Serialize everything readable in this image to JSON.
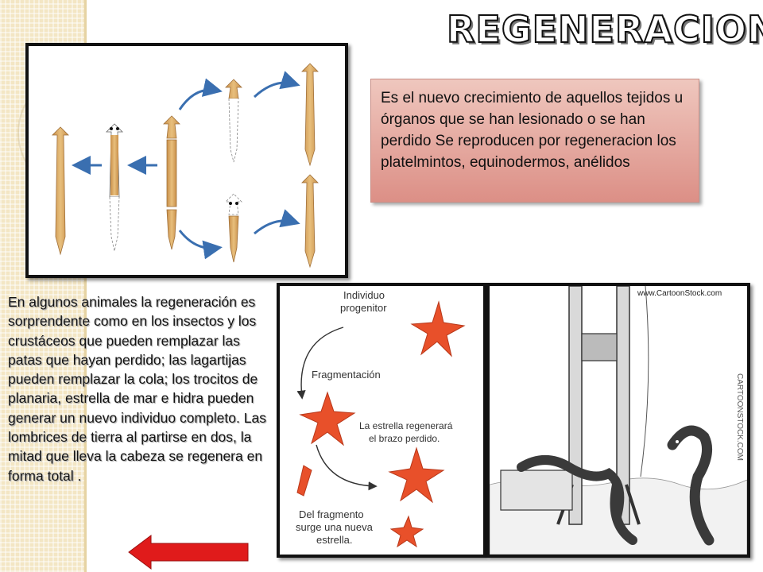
{
  "slide": {
    "title": "REGENERACION",
    "definition": "Es el nuevo crecimiento de aquellos tejidos u órganos que se han lesionado o se han perdido Se reproducen por regeneracion  los platelmintos, equinodermos, anélidos",
    "body": "En algunos animales la regeneración es sorprendente como en los insectos y los crustáceos que pueden remplazar las patas que hayan perdido; las lagartijas pueden remplazar la cola; los trocitos de planaria, estrella de mar e hidra pueden generar un nuevo individuo completo. Las lombrices de tierra al partirse en dos, la mitad que lleva la cabeza se regenera en forma total .",
    "colors": {
      "definition_box": "#dc8f86",
      "starfish": "#e8502a",
      "planaria": "#d9a864",
      "arrow_red": "#e01b1b",
      "arrow_blue": "#3a6fb0"
    }
  },
  "starfish_diagram": {
    "progenitor_line1": "Individuo",
    "progenitor_line2": "progenitor",
    "fragmentation": "Fragmentación",
    "regenerates_line1": "La estrella regenerará",
    "regenerates_line2": "el brazo perdido.",
    "fragment_line1": "Del fragmento",
    "fragment_line2": "surge una nueva",
    "fragment_line3": "estrella."
  },
  "cartoon": {
    "watermark": "www.CartoonStock.com",
    "side_watermark": "CARTOONSTOCK.COM"
  },
  "icons": [
    "planaria-regeneration-illustration",
    "starfish-regeneration-diagram",
    "guillotine-worm-cartoon",
    "red-left-arrow"
  ]
}
